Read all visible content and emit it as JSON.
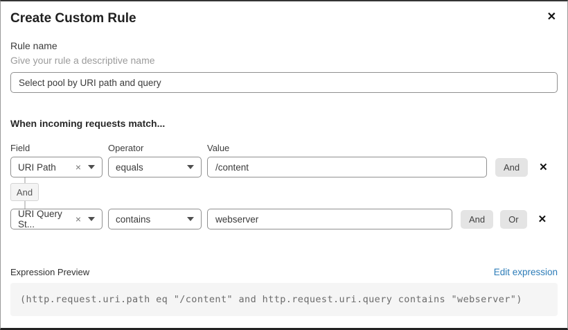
{
  "dialog": {
    "title": "Create Custom Rule",
    "close_icon": "✕"
  },
  "rule_name": {
    "label": "Rule name",
    "hint": "Give your rule a descriptive name",
    "value": "Select pool by URI path and query"
  },
  "match": {
    "heading": "When incoming requests match...",
    "columns": {
      "field": "Field",
      "operator": "Operator",
      "value": "Value"
    },
    "connector_label": "And",
    "clear_icon": "×",
    "remove_icon": "✕",
    "rows": [
      {
        "field": "URI Path",
        "operator": "equals",
        "value": "/content",
        "buttons": [
          "And"
        ]
      },
      {
        "field": "URI Query St...",
        "operator": "contains",
        "value": "webserver",
        "buttons": [
          "And",
          "Or"
        ]
      }
    ]
  },
  "preview": {
    "label": "Expression Preview",
    "edit_link": "Edit expression",
    "expression": "(http.request.uri.path eq \"/content\" and http.request.uri.query contains \"webserver\")"
  },
  "colors": {
    "link_blue": "#2c7cb8",
    "button_gray": "#e4e4e4",
    "code_background": "#f5f5f5"
  }
}
